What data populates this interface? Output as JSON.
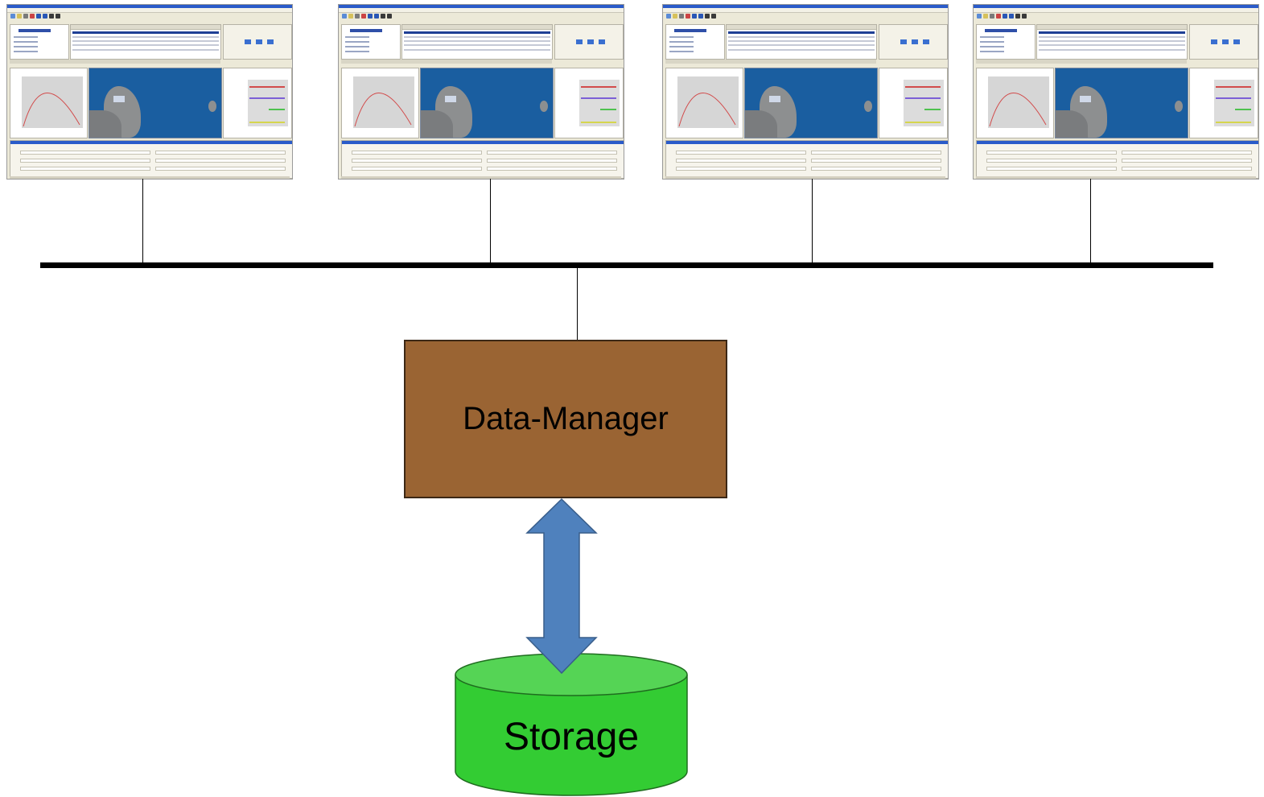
{
  "diagram": {
    "clients": [
      {
        "id": "client-1",
        "kind": "application-screenshot"
      },
      {
        "id": "client-2",
        "kind": "application-screenshot"
      },
      {
        "id": "client-3",
        "kind": "application-screenshot"
      },
      {
        "id": "client-4",
        "kind": "application-screenshot"
      }
    ],
    "nodes": {
      "data_manager": {
        "label": "Data-Manager",
        "color": "#9a6433"
      },
      "storage": {
        "label": "Storage",
        "color": "#33cc33"
      }
    },
    "edges": [
      {
        "from": "client-1",
        "to": "bus",
        "style": "line"
      },
      {
        "from": "client-2",
        "to": "bus",
        "style": "line"
      },
      {
        "from": "client-3",
        "to": "bus",
        "style": "line"
      },
      {
        "from": "client-4",
        "to": "bus",
        "style": "line"
      },
      {
        "from": "bus",
        "to": "data_manager",
        "style": "line"
      },
      {
        "from": "data_manager",
        "to": "storage",
        "style": "double-arrow",
        "color": "#4f81bd"
      }
    ],
    "colors": {
      "bus": "#000000",
      "arrow": "#4f81bd",
      "arrow_border": "#385d8a",
      "storage_top": "#55d455",
      "storage_border": "#1f6d1f",
      "map_sea": "#1a5ea0",
      "plot_curve": "#d24b4b"
    }
  }
}
